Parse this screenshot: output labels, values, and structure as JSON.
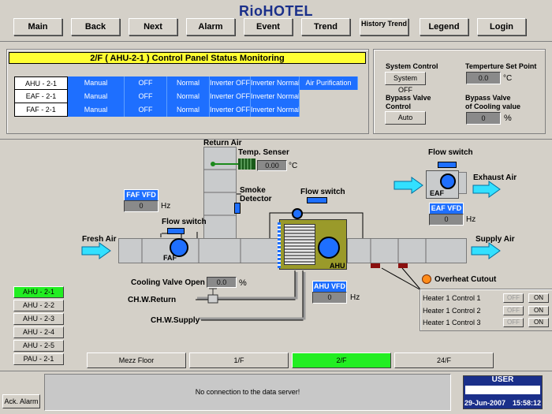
{
  "app": {
    "title": "RioHOTEL"
  },
  "nav": [
    "Main",
    "Back",
    "Next",
    "Alarm",
    "Event",
    "Trend",
    "History Trend",
    "Legend",
    "Login"
  ],
  "status_panel": {
    "heading": "2/F    ( AHU-2-1 )    Control Panel Status Monitoring",
    "rows": [
      {
        "name": "AHU - 2-1",
        "cells": [
          "Manual",
          "OFF",
          "Normal",
          "Inverter OFF",
          "Inverter Normal",
          "Air Purification"
        ]
      },
      {
        "name": "EAF - 2-1",
        "cells": [
          "Manual",
          "OFF",
          "Normal",
          "Inverter OFF",
          "Inverter Normal"
        ]
      },
      {
        "name": "FAF - 2-1",
        "cells": [
          "Manual",
          "OFF",
          "Normal",
          "Inverter OFF",
          "Inverter Normal"
        ]
      }
    ]
  },
  "control_panel": {
    "system_control_label": "System Control",
    "system_control_button": "System OFF",
    "temp_setpoint_label": "Temperture Set Point",
    "temp_setpoint_value": "0.0",
    "temp_unit": "°C",
    "bypass_label_1": "Bypass Valve",
    "bypass_label_2": "Control",
    "bypass_button": "Auto",
    "bypass_cooling_label_1": "Bypass Valve",
    "bypass_cooling_label_2": "of Cooling value",
    "bypass_cooling_value": "0",
    "bypass_cooling_unit": "%"
  },
  "diagram": {
    "return_air": "Return Air",
    "temp_sensor": "Temp. Senser",
    "temp_sensor_value": "0.00",
    "temp_sensor_unit": "°C",
    "smoke_detector_1": "Smoke",
    "smoke_detector_2": "Detector",
    "flow_switch_top": "Flow switch",
    "flow_switch_left": "Flow switch",
    "flow_switch_right": "Flow switch",
    "faf_vfd": "FAF VFD",
    "faf_vfd_value": "0",
    "faf_vfd_unit": "Hz",
    "faf": "FAF",
    "fresh_air": "Fresh Air",
    "ahu": "AHU",
    "ahu_vfd": "AHU VFD",
    "ahu_vfd_value": "0",
    "ahu_vfd_unit": "Hz",
    "eaf": "EAF",
    "eaf_vfd": "EAF VFD",
    "eaf_vfd_value": "0",
    "eaf_vfd_unit": "Hz",
    "exhaust_air": "Exhaust Air",
    "supply_air": "Supply Air",
    "cooling_valve": "Cooling Valve Open",
    "cooling_valve_value": "0.0",
    "cooling_valve_unit": "%",
    "chw_return": "CH.W.Return",
    "chw_supply": "CH.W.Supply",
    "overheat_cutout": "Overheat Cutout",
    "heaters": [
      {
        "label": "Heater 1 Control 1",
        "off": "OFF",
        "on": "ON"
      },
      {
        "label": "Heater 1 Control 2",
        "off": "OFF",
        "on": "ON"
      },
      {
        "label": "Heater 1 Control 3",
        "off": "OFF",
        "on": "ON"
      }
    ]
  },
  "sidebar": [
    "AHU - 2-1",
    "AHU - 2-2",
    "AHU - 2-3",
    "AHU - 2-4",
    "AHU - 2-5",
    "PAU - 2-1"
  ],
  "floors": [
    "Mezz Floor",
    "1/F",
    "2/F",
    "24/F"
  ],
  "footer": {
    "ack_alarm": "Ack. Alarm",
    "message": "No connection to the data server!",
    "user_label": "USER",
    "user_value": "",
    "date": "29-Jun-2007",
    "time": "15:58:12"
  },
  "colors": {
    "accent_blue": "#1e6fff",
    "active_green": "#22ee22",
    "title_navy": "#1a2f8a",
    "heading_yellow": "#ffff33"
  }
}
